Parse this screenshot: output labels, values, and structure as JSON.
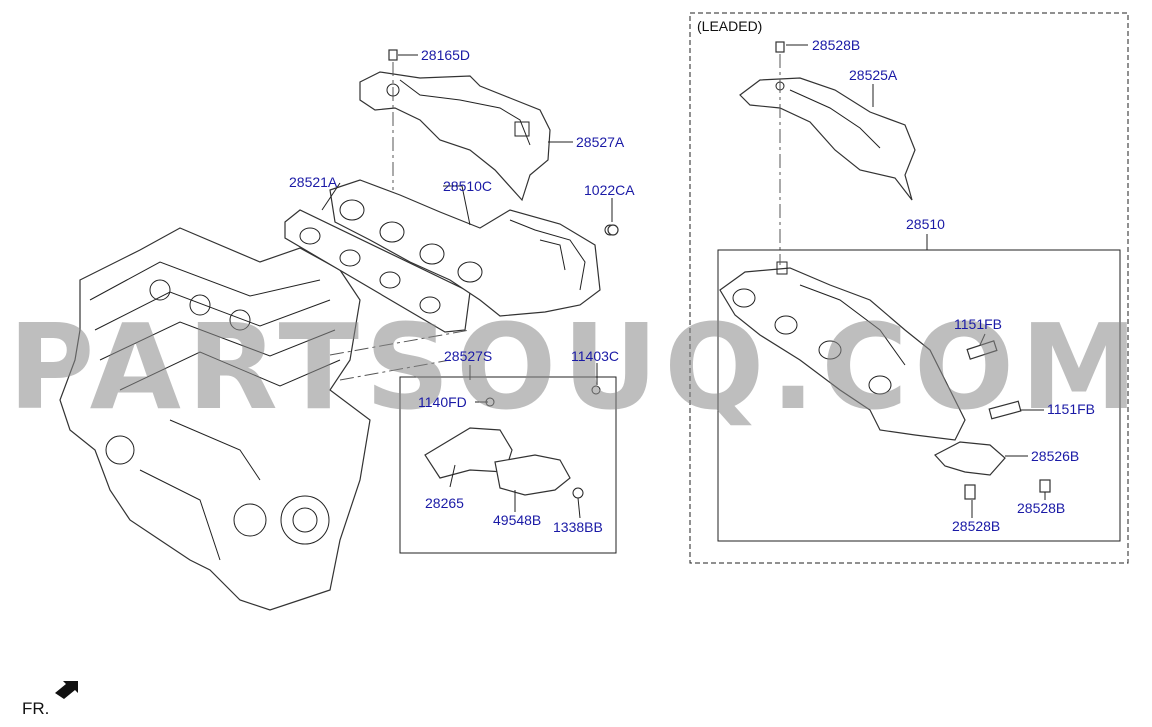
{
  "leaded_label": "(LEADED)",
  "fr_label": "FR.",
  "watermark": "PARTSOUQ.COM",
  "parts": {
    "p28165D": "28165D",
    "p28527A": "28527A",
    "p28521A": "28521A",
    "p28510C": "28510C",
    "p1022CA": "1022CA",
    "p28527S": "28527S",
    "p11403C": "11403C",
    "p1140FD": "1140FD",
    "p28265": "28265",
    "p49548B": "49548B",
    "p1338BB": "1338BB",
    "p28528B_top": "28528B",
    "p28525A": "28525A",
    "p28510": "28510",
    "p1151FB_a": "1151FB",
    "p1151FB_b": "1151FB",
    "p28526B": "28526B",
    "p28528B_l": "28528B",
    "p28528B_r": "28528B"
  }
}
